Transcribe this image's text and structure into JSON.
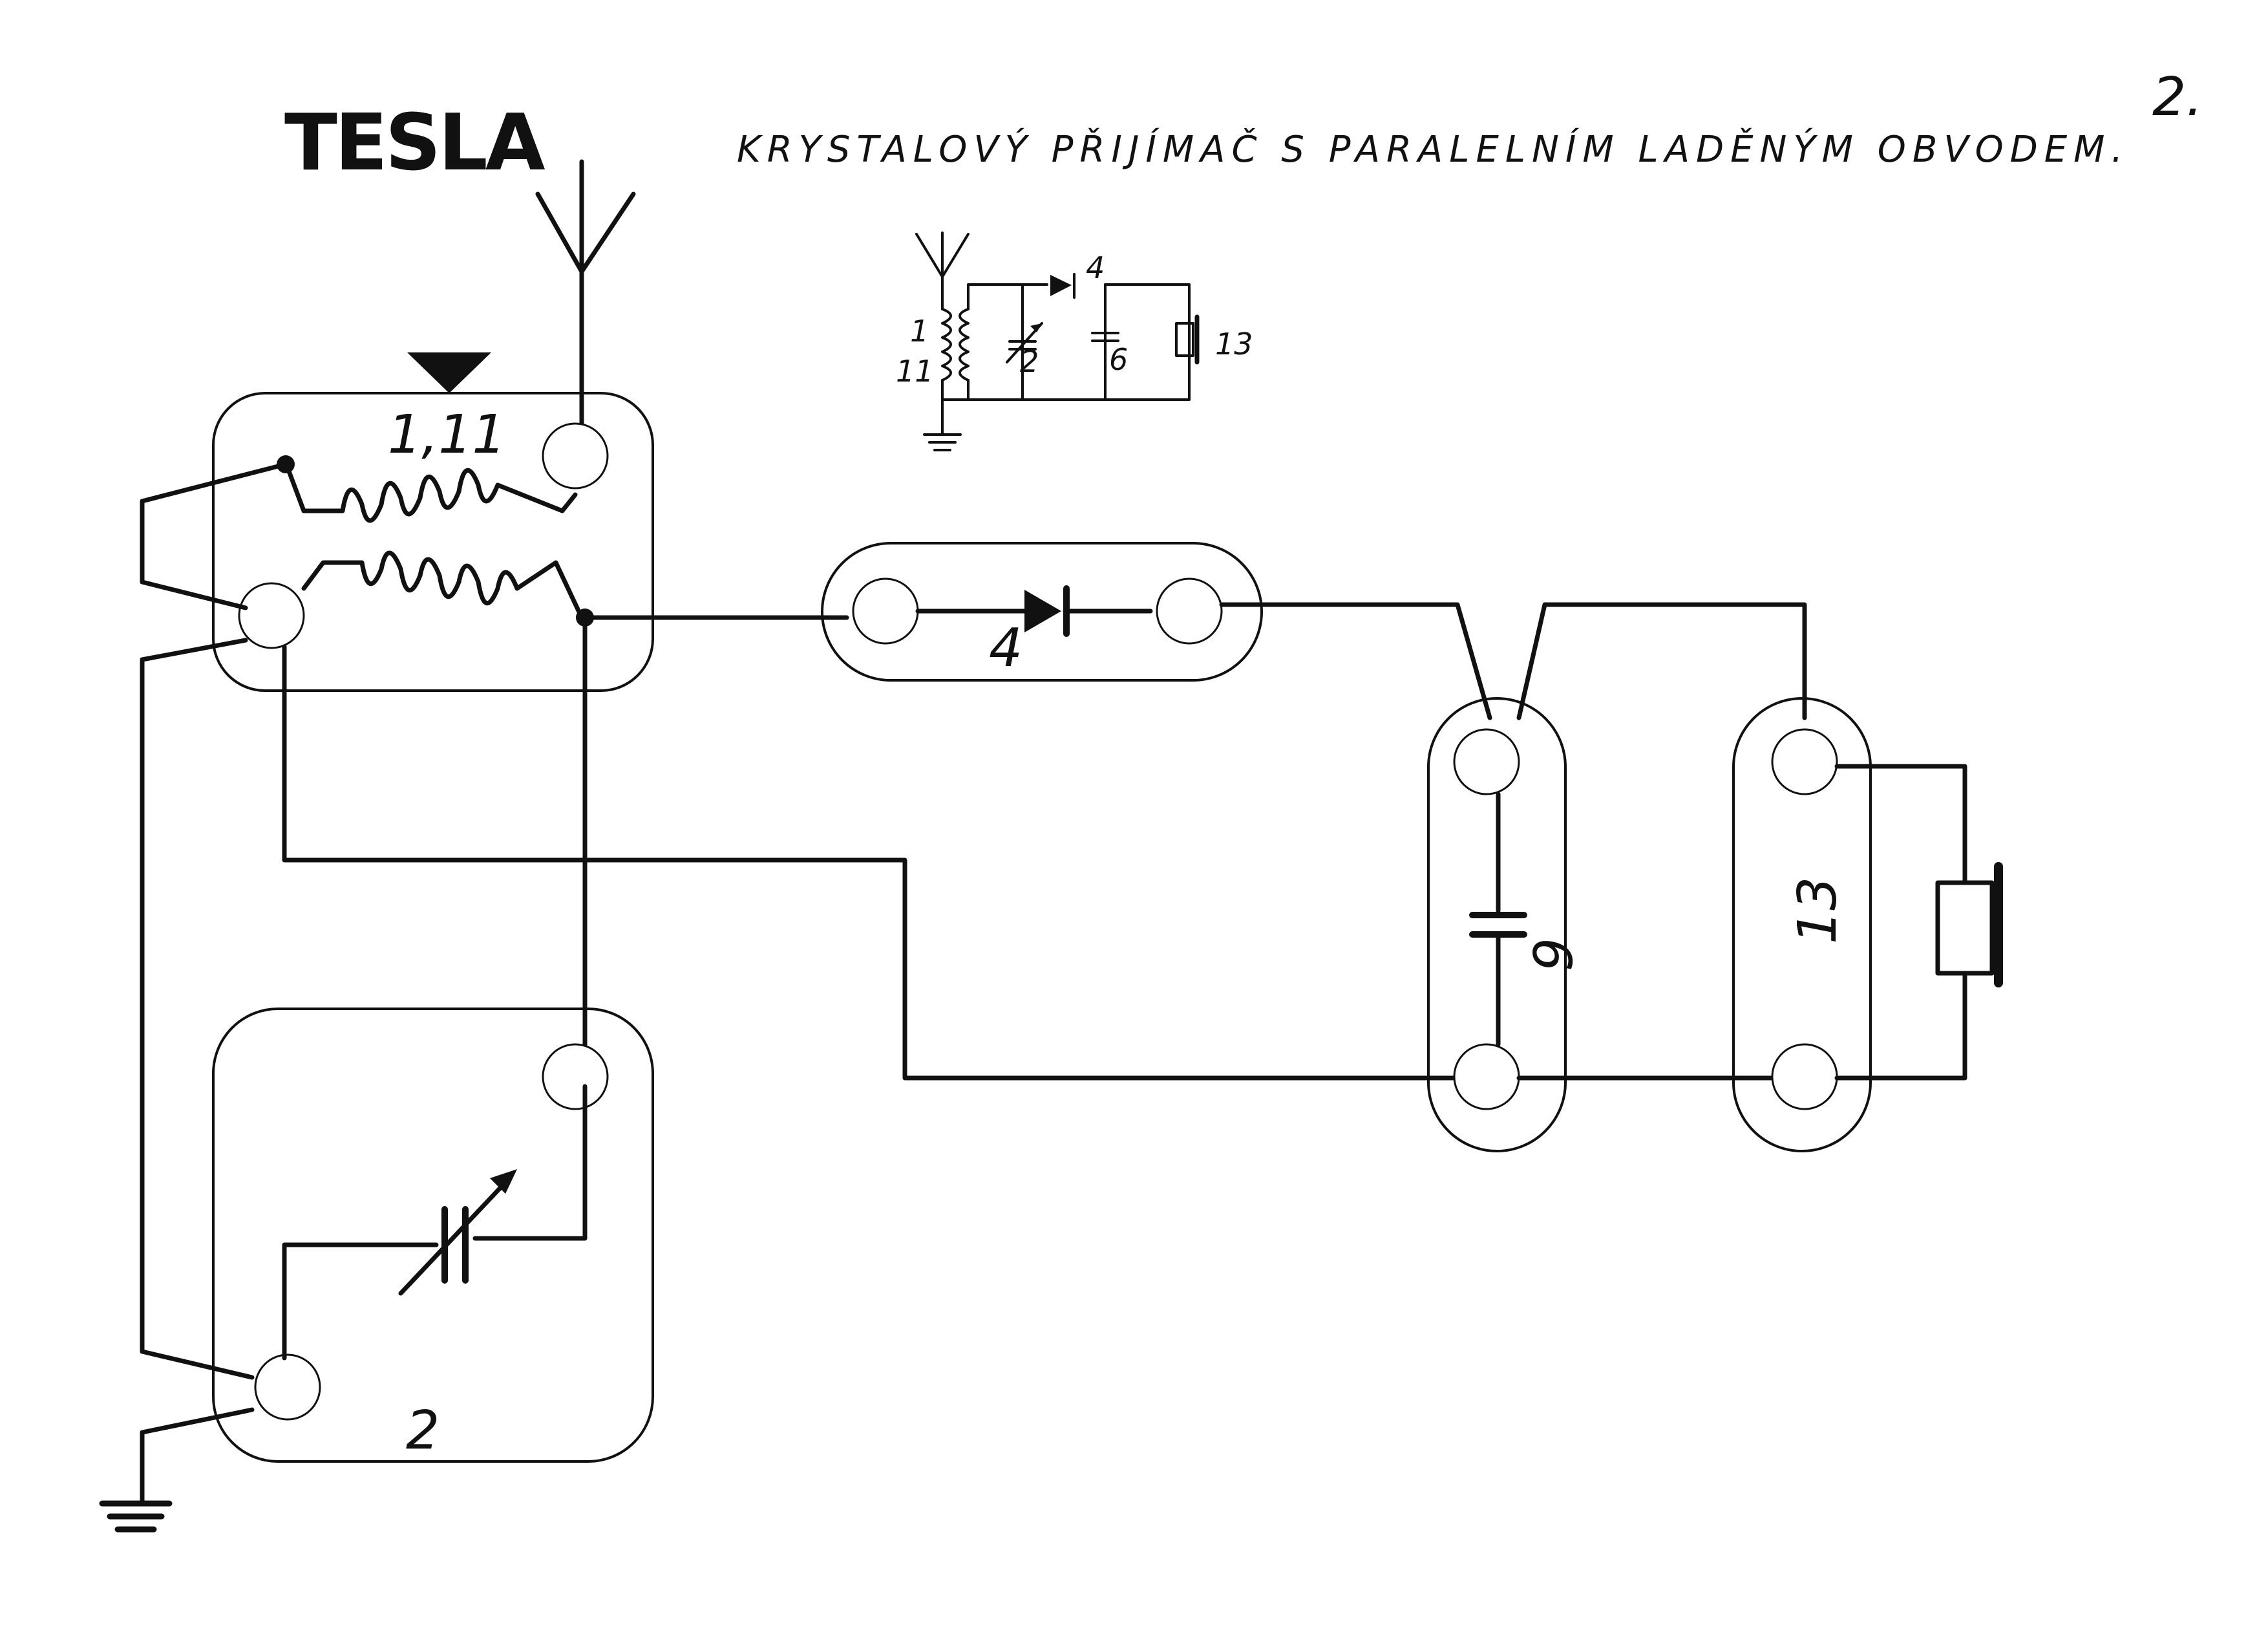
{
  "header": {
    "logo": "TESLA",
    "title": "KRYSTALOVÝ PŘIJÍMAČ S PARALELNÍM LADĚNÝM OBVODEM.",
    "page_number": "2."
  },
  "components": {
    "coil": {
      "label": "1,11"
    },
    "diode": {
      "label": "4"
    },
    "capacitor_fixed": {
      "label": "6"
    },
    "earphone": {
      "label": "13"
    },
    "capacitor_variable": {
      "label": "2"
    }
  },
  "schematic": {
    "coil_label_1": "1",
    "coil_label_11": "11",
    "capacitor_variable_label": "2",
    "diode_label": "4",
    "capacitor_fixed_label": "6",
    "earphone_label": "13"
  }
}
